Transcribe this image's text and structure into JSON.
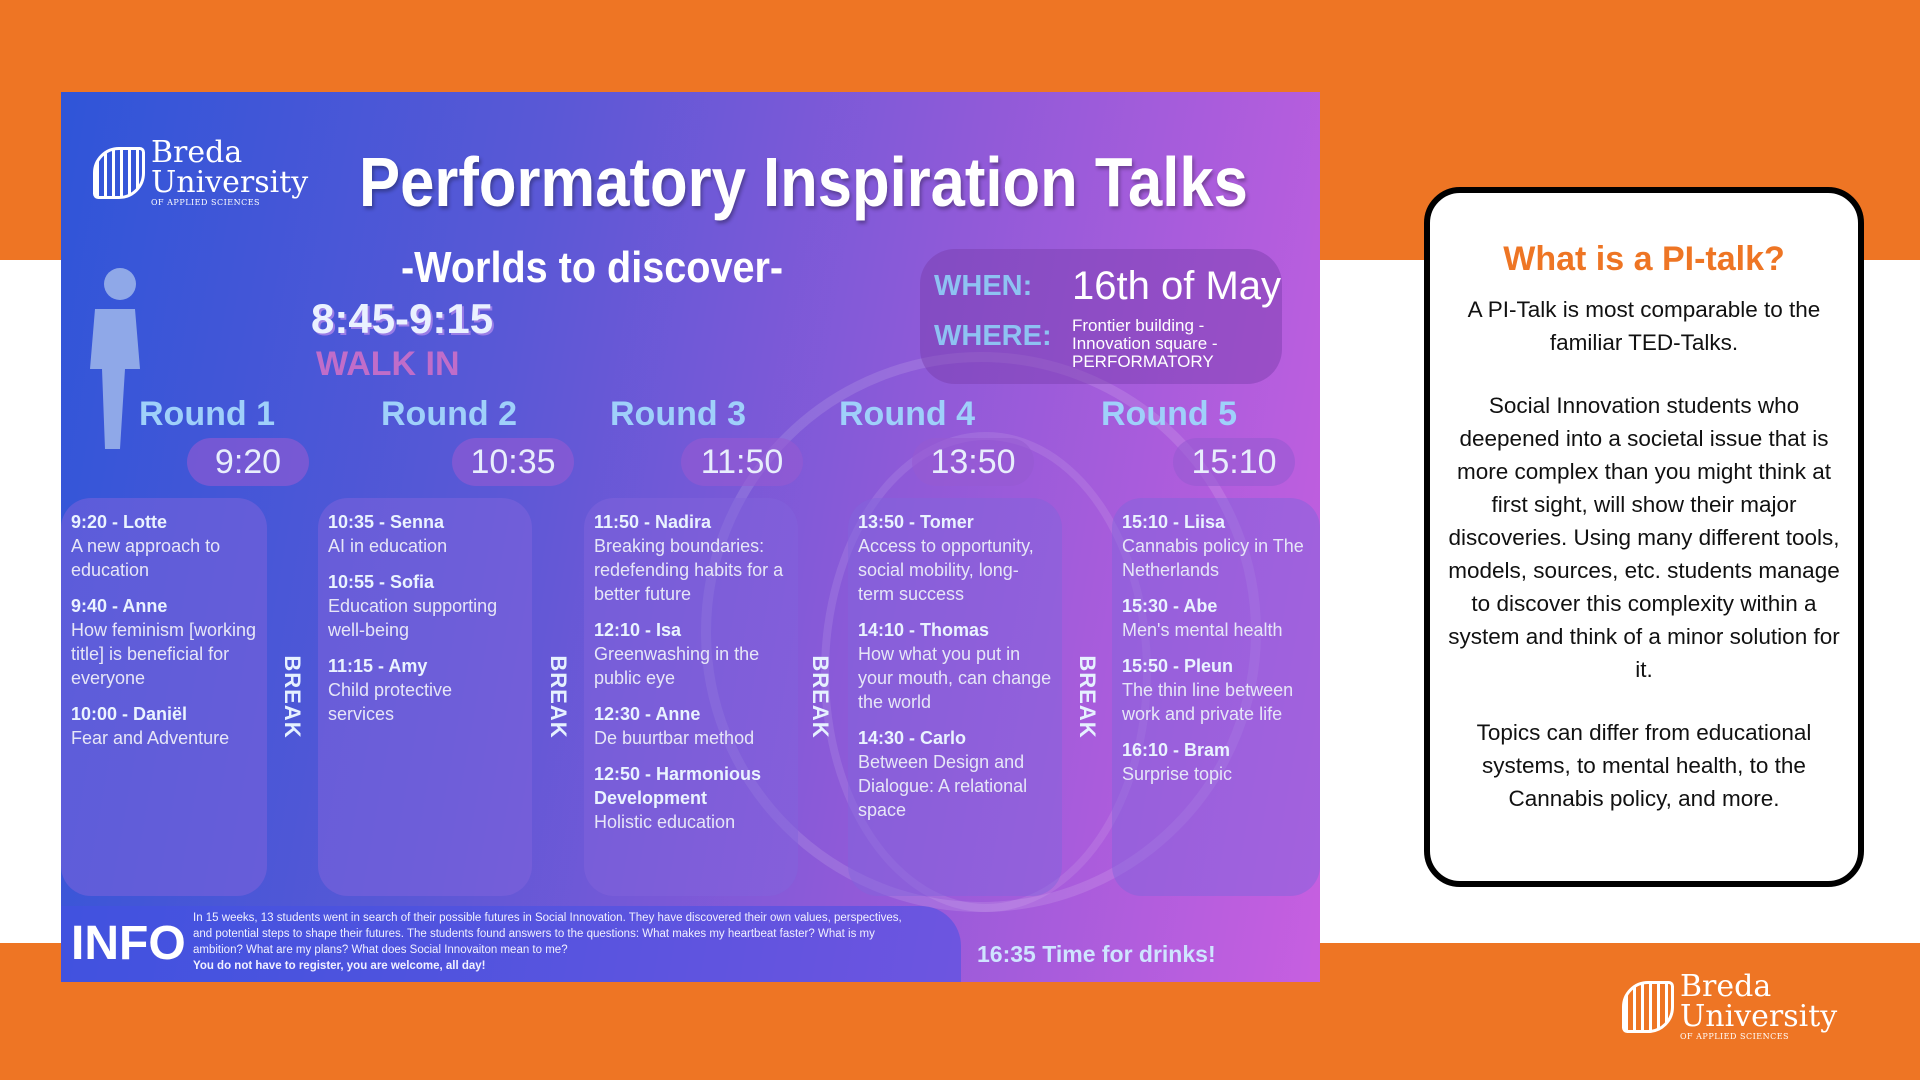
{
  "poster": {
    "logo": {
      "line1": "Breda",
      "line2": "University",
      "line3": "OF APPLIED SCIENCES"
    },
    "title": "Performatory Inspiration Talks",
    "subtitle": "-Worlds to discover-",
    "when_label": "WHEN:",
    "when_value": "16th of May",
    "where_label": "WHERE:",
    "where_lines": [
      "Frontier building -",
      "Innovation square -",
      "PERFORMATORY"
    ],
    "walk_in_time": "8:45-9:15",
    "walk_in_label": "WALK IN",
    "rounds": [
      {
        "label": "Round 1",
        "time": "9:20"
      },
      {
        "label": "Round 2",
        "time": "10:35"
      },
      {
        "label": "Round 3",
        "time": "11:50"
      },
      {
        "label": "Round 4",
        "time": "13:50"
      },
      {
        "label": "Round 5",
        "time": "15:10"
      }
    ],
    "break_label": "BREAK",
    "columns": [
      [
        {
          "name": "9:20 - Lotte",
          "topic": "A new approach to education"
        },
        {
          "name": "9:40 - Anne",
          "topic": "How feminism [working title] is beneficial for everyone"
        },
        {
          "name": "10:00 - Daniël",
          "topic": "Fear and Adventure"
        }
      ],
      [
        {
          "name": "10:35 - Senna",
          "topic": "AI in education"
        },
        {
          "name": "10:55 - Sofia",
          "topic": "Education supporting well-being"
        },
        {
          "name": "11:15 - Amy",
          "topic": "Child protective services"
        }
      ],
      [
        {
          "name": "11:50 - Nadira",
          "topic": "Breaking boundaries: redefending habits for a better future"
        },
        {
          "name": "12:10 - Isa",
          "topic": "Greenwashing in the public eye"
        },
        {
          "name": "12:30 - Anne",
          "topic": "De buurtbar method"
        },
        {
          "name": "12:50 - Harmonious Development",
          "topic": "Holistic education"
        }
      ],
      [
        {
          "name": "13:50 - Tomer",
          "topic": "Access to opportunity, social mobility, long-term success"
        },
        {
          "name": "14:10 - Thomas",
          "topic": "How what you put in your mouth, can change the world"
        },
        {
          "name": "14:30 - Carlo",
          "topic": "Between Design and Dialogue: A relational space"
        }
      ],
      [
        {
          "name": "15:10 - Liisa",
          "topic": "Cannabis policy in The Netherlands"
        },
        {
          "name": "15:30 - Abe",
          "topic": "Men's mental health"
        },
        {
          "name": "15:50 - Pleun",
          "topic": "The thin line between work and private life"
        },
        {
          "name": "16:10 - Bram",
          "topic": "Surprise topic"
        }
      ]
    ],
    "info_label": "INFO",
    "info_text": "In 15 weeks, 13 students went in search of their possible futures in Social Innovation. They have discovered their own values, perspectives, and potential steps to shape their futures. The students found answers to the questions: What makes my heartbeat faster? What is my ambition? What are my plans? What does Social Innovaiton mean to me?",
    "info_bold": "You do not have to register, you are welcome, all day!",
    "drinks": "16:35 Time for drinks!"
  },
  "card": {
    "title": "What is a PI-talk?",
    "p1": "A PI-Talk is most comparable to the familiar TED-Talks.",
    "p2": "Social Innovation students who deepened into a societal issue that is more complex than you might think at first sight, will show their major discoveries. Using many different tools, models, sources, etc. students manage to discover this complexity within a system and think of a minor solution for it.",
    "p3": "Topics can differ from educational systems, to mental health, to the Cannabis policy, and more."
  },
  "colors": {
    "orange": "#ee7524",
    "accent_blue": "#8ec2f2"
  }
}
